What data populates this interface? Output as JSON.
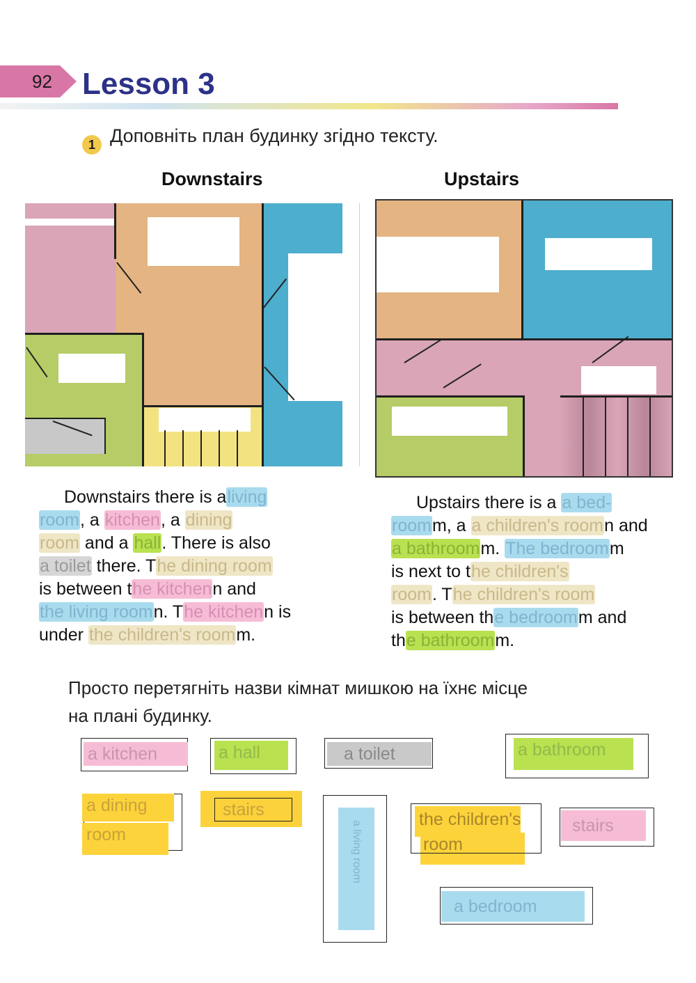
{
  "header": {
    "page_number": "92",
    "lesson_title": "Lesson 3"
  },
  "task": {
    "number": "1",
    "instruction": "Доповніть план будинку згідно тексту."
  },
  "plans": {
    "downstairs_title": "Downstairs",
    "upstairs_title": "Upstairs",
    "colors": {
      "pink": "#d9a5b7",
      "tan": "#e4b483",
      "blue": "#4eaecd",
      "green": "#b6cc66",
      "yellow": "#f3e380",
      "grey": "#c8c8c8"
    }
  },
  "downstairs_text": {
    "line1": [
      "Downstairs there is a",
      "living"
    ],
    "line2": [
      "room",
      ", a",
      "kitchen",
      ", a",
      "dining"
    ],
    "line3": [
      "room",
      " and a",
      "hall",
      ". There is also"
    ],
    "line4": [
      "a toilet",
      " there. T",
      "he dining room"
    ],
    "line5": [
      "is between t",
      "he kitchen",
      "n and"
    ],
    "line6": [
      "the living room",
      "n. T",
      "he kitchen",
      "n is"
    ],
    "line7": [
      "under ",
      "the children's room",
      "m."
    ]
  },
  "upstairs_text": {
    "line1": [
      "Upstairs there is a",
      "a bed-"
    ],
    "line2": [
      "room",
      "m, a",
      "a children's room",
      "n and"
    ],
    "line3": [
      "a bathroom",
      "m. ",
      "The bedroom",
      "m"
    ],
    "line4": [
      "is next to t",
      "he children's"
    ],
    "line5": [
      "room",
      ". T",
      "he children's room"
    ],
    "line6": [
      "is between th",
      "e bedroom",
      "m and"
    ],
    "line7": [
      "th",
      "e bathroom",
      "m."
    ]
  },
  "drag_instruction": {
    "line1": "Просто перетягніть назви кімнат мишкою на їхнє місце",
    "line2": "на плані будинку."
  },
  "word_tiles": {
    "kitchen": "a kitchen",
    "hall": "a  hall",
    "toilet": "a toilet",
    "bathroom": "a bathroom",
    "dining_line1": "a dining",
    "dining_line2": "room",
    "stairs_yellow": "stairs",
    "living_room": "a living room",
    "children_line1": "the children's",
    "children_line2": "room",
    "stairs_pink": "stairs",
    "bedroom": "a bedroom"
  }
}
